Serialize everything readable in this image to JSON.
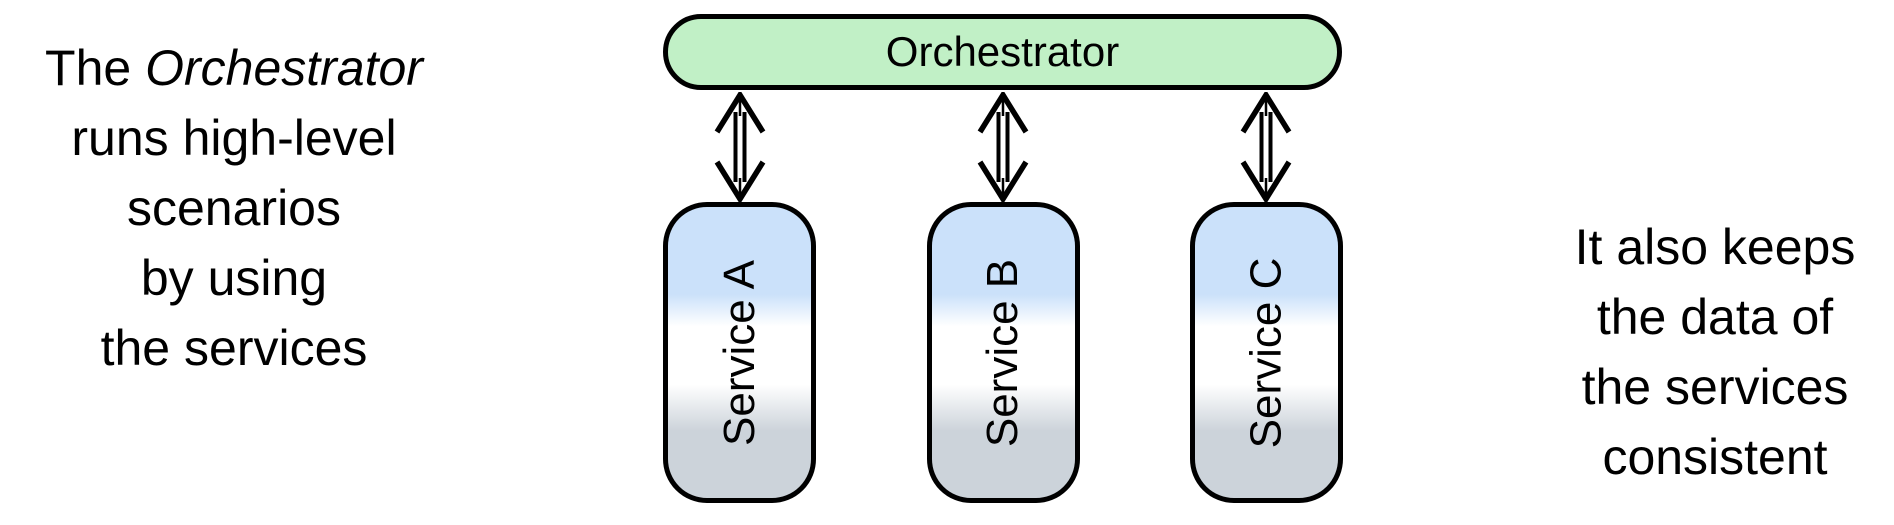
{
  "diagram": {
    "orchestrator": {
      "label": "Orchestrator"
    },
    "services": [
      {
        "label": "Service A"
      },
      {
        "label": "Service B"
      },
      {
        "label": "Service C"
      }
    ],
    "left_note": {
      "line1_prefix": "The ",
      "line1_italic": "Orchestrator",
      "lines": [
        "runs high-level",
        "scenarios",
        "by using",
        "the services"
      ]
    },
    "right_note": {
      "lines": [
        "It also keeps",
        "the data of",
        "the services",
        "consistent"
      ]
    }
  },
  "icons": {
    "connector": "double-shaft-bidirectional-arrow"
  },
  "colors": {
    "background": "#ffffff",
    "outline": "#000000",
    "text": "#000000",
    "orchestrator_fill": "#c1f0c6",
    "service_top": "#cbe1fa",
    "service_middle": "#ffffff",
    "service_bottom": "#ccd3da"
  }
}
